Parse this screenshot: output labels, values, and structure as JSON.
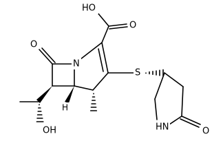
{
  "atoms": {
    "carboxyl_oh": "HO",
    "carboxyl_o": "O",
    "lactam_o": "O",
    "ring_n": "N",
    "thioether_s": "S",
    "hydroxy": "OH",
    "bridgehead_h": "H",
    "pyrrolidinone_nh": "HN",
    "pyrrolidinone_o": "O"
  },
  "colors": {
    "bond": "#000000",
    "text": "#000000",
    "background": "#ffffff"
  }
}
